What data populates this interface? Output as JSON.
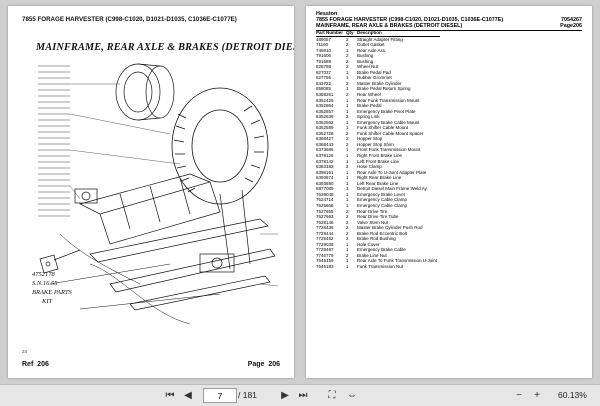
{
  "left_page": {
    "header": "7855 FORAGE HARVESTER (C998-C1020, D1021-D1035, C1036E-C1077E)",
    "title": "MAINFRAME, REAR AXLE & BRAKES (DETROIT DIESEL)",
    "footnote": "24",
    "ref_label": "Ref",
    "ref_number": "206",
    "page_label": "Page",
    "page_number": "206",
    "handwritten": [
      "4752178",
      "S.N.16.55",
      "BRAKE PARTS",
      "KIT"
    ]
  },
  "right_page": {
    "brand": "Hesston",
    "line2": "7855 FORAGE HARVESTER (C998-C1020, D1021-D1035, C1036E-C1077E)",
    "line3": "MAINFRAME, REAR AXLE & BRAKES (DETROIT DIESEL)",
    "code": "7054267",
    "page_ref": "Page206",
    "columns": [
      "Part Number",
      "Qty",
      "Description"
    ],
    "rows": [
      [
        "489057",
        "2",
        "Straight Adapter Fitting"
      ],
      [
        "71160",
        "2",
        "Outlet Gasket"
      ],
      [
        "745810",
        "1",
        "Rear Axle Ass."
      ],
      [
        "791606",
        "2",
        "Bushing"
      ],
      [
        "791689",
        "2",
        "Bushing"
      ],
      [
        "828798",
        "2",
        "Wheel Nut"
      ],
      [
        "827037",
        "1",
        "Brake Pedal Pad"
      ],
      [
        "827756",
        "1",
        "Rubber Grommet"
      ],
      [
        "843722",
        "2",
        "Master Brake Cylinder"
      ],
      [
        "858085",
        "1",
        "Brake Pedal Return Spring"
      ],
      [
        "6358261",
        "2",
        "Rear Wheel"
      ],
      [
        "6352429",
        "1",
        "Rear Funk Transmission Mount"
      ],
      [
        "6352864",
        "1",
        "Brake Pedal"
      ],
      [
        "6352657",
        "1",
        "Emergency Brake Pivot Plate"
      ],
      [
        "6352636",
        "2",
        "Spring Link"
      ],
      [
        "6352562",
        "1",
        "Emergency Brake Cable Mount"
      ],
      [
        "6352589",
        "1",
        "Funk Shifter Cable Mount"
      ],
      [
        "6352728",
        "2",
        "Funk Shifter Cable Mount Spacer"
      ],
      [
        "6368427",
        "2",
        "Hopper Stop"
      ],
      [
        "6368443",
        "2",
        "Hopper Stop Shim"
      ],
      [
        "6373686",
        "1",
        "Front Funk Transmission Mount"
      ],
      [
        "6378126",
        "1",
        "Right Front Brake Line"
      ],
      [
        "6378142",
        "1",
        "Left Front Brake Line"
      ],
      [
        "6383183",
        "2",
        "Hose Clamp"
      ],
      [
        "6398161",
        "1",
        "Rear Axle To U-Joint Adapter Plate"
      ],
      [
        "6393674",
        "1",
        "Right Rear Brake Line"
      ],
      [
        "6393690",
        "1",
        "Left Rear Brake Line"
      ],
      [
        "6877089",
        "1",
        "Detroit Diesel Main Frame Weld Ay."
      ],
      [
        "7639048",
        "1",
        "Emergency Brake Lever"
      ],
      [
        "7624714",
        "1",
        "Emergency Cable Clamp"
      ],
      [
        "7625668",
        "1",
        "Emergency Cable Clamp"
      ],
      [
        "7627655",
        "2",
        "Rear Drive Tire"
      ],
      [
        "7627663",
        "2",
        "Rear Drive Tire Tube"
      ],
      [
        "7628146",
        "2",
        "Valve Stem Nut"
      ],
      [
        "7728436",
        "2",
        "Master Brake Cylinder Push Rod"
      ],
      [
        "7728444",
        "2",
        "Brake Rod Eccentric Bolt"
      ],
      [
        "7728452",
        "2",
        "Brake Rod Bushing"
      ],
      [
        "7729038",
        "1",
        "Hole Cover"
      ],
      [
        "7728487",
        "1",
        "Emergency Brake Cable"
      ],
      [
        "7746779",
        "2",
        "Brake Line Nut"
      ],
      [
        "7645159",
        "1",
        "Rear Axle To Funk Transmission U-Joint"
      ],
      [
        "7645183",
        "1",
        "Funk Transmission Nut"
      ]
    ]
  },
  "toolbar": {
    "page_current": "7",
    "page_total": "/ 181",
    "zoom": "60.13%"
  }
}
